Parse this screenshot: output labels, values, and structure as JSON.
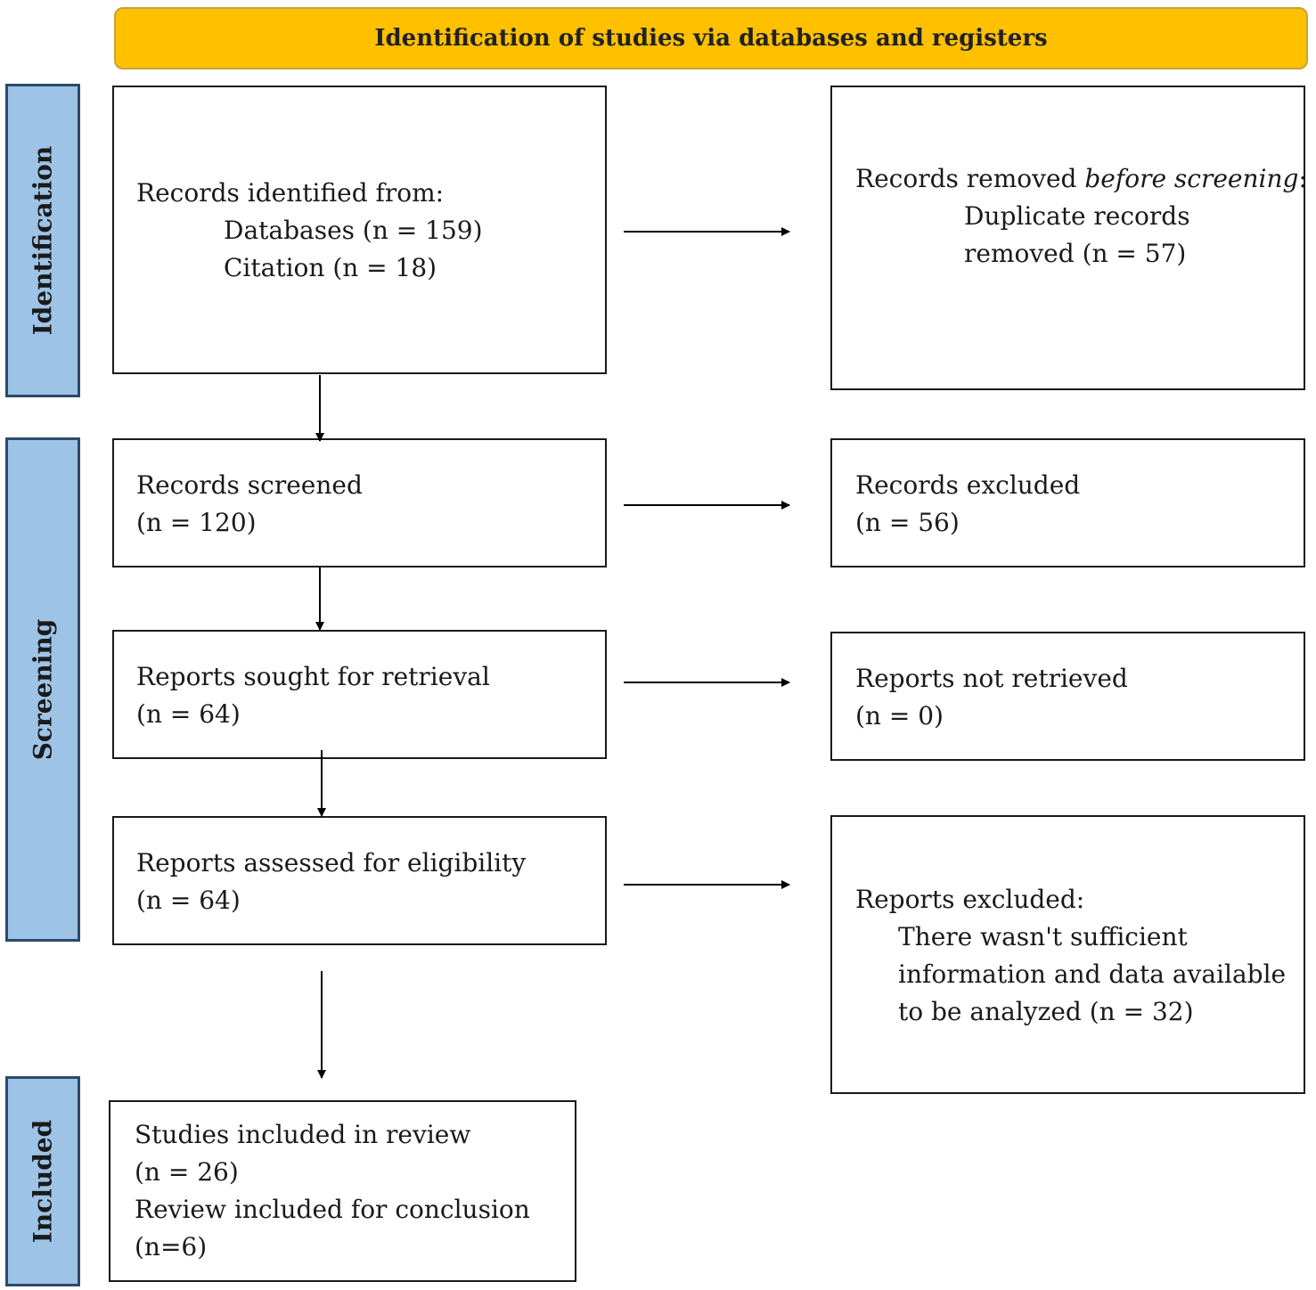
{
  "header": {
    "title": "Identification of studies via databases and registers"
  },
  "phases": {
    "identification": "Identification",
    "screening": "Screening",
    "included": "Included"
  },
  "boxes": {
    "identified": {
      "line1": "Records identified from:",
      "line2": "Databases (n = 159)",
      "line3": "Citation (n = 18)"
    },
    "removed": {
      "prefix": "Records removed ",
      "italic": "before screening",
      "suffix": ":",
      "line2": "Duplicate records",
      "line3": "removed  (n = 57)"
    },
    "screened": {
      "line1": "Records screened",
      "line2": "(n = 120)"
    },
    "excluded": {
      "line1": "Records excluded",
      "line2": "(n = 56)"
    },
    "sought": {
      "line1": "Reports sought for retrieval",
      "line2": "(n = 64)"
    },
    "not_retrieved": {
      "line1": "Reports not retrieved",
      "line2": "(n = 0)"
    },
    "assessed": {
      "line1": "Reports assessed for eligibility",
      "line2": "(n = 64)"
    },
    "reports_excluded": {
      "line1": "Reports excluded:",
      "line2": "There wasn't sufficient",
      "line3": "information and data available",
      "line4": "to be analyzed (n = 32)"
    },
    "included": {
      "line1": "Studies included in review",
      "line2": "(n = 26)",
      "line3": "Review included for conclusion",
      "line4": "(n=6)"
    }
  }
}
